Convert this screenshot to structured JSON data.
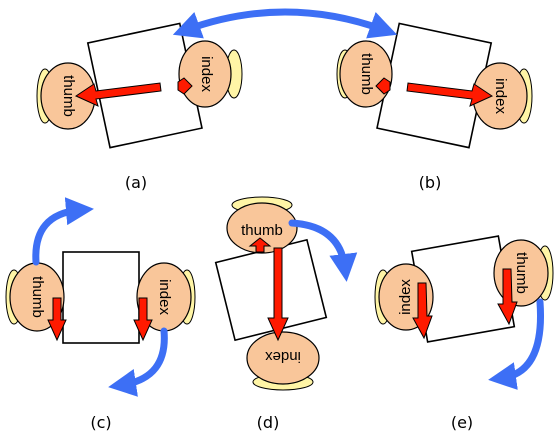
{
  "fingers": {
    "thumb": "thumb",
    "index": "index"
  },
  "panels": {
    "a": "(a)",
    "b": "(b)",
    "c": "(c)",
    "d": "(d)",
    "e": "(e)"
  },
  "colors": {
    "finger_fill": "#f9c69a",
    "nail_fill": "#fff5a6",
    "force_arrow": "#ff1a00",
    "rotation_arrow": "#3d6ff5",
    "object_fill": "#ffffff",
    "outline": "#000000"
  }
}
